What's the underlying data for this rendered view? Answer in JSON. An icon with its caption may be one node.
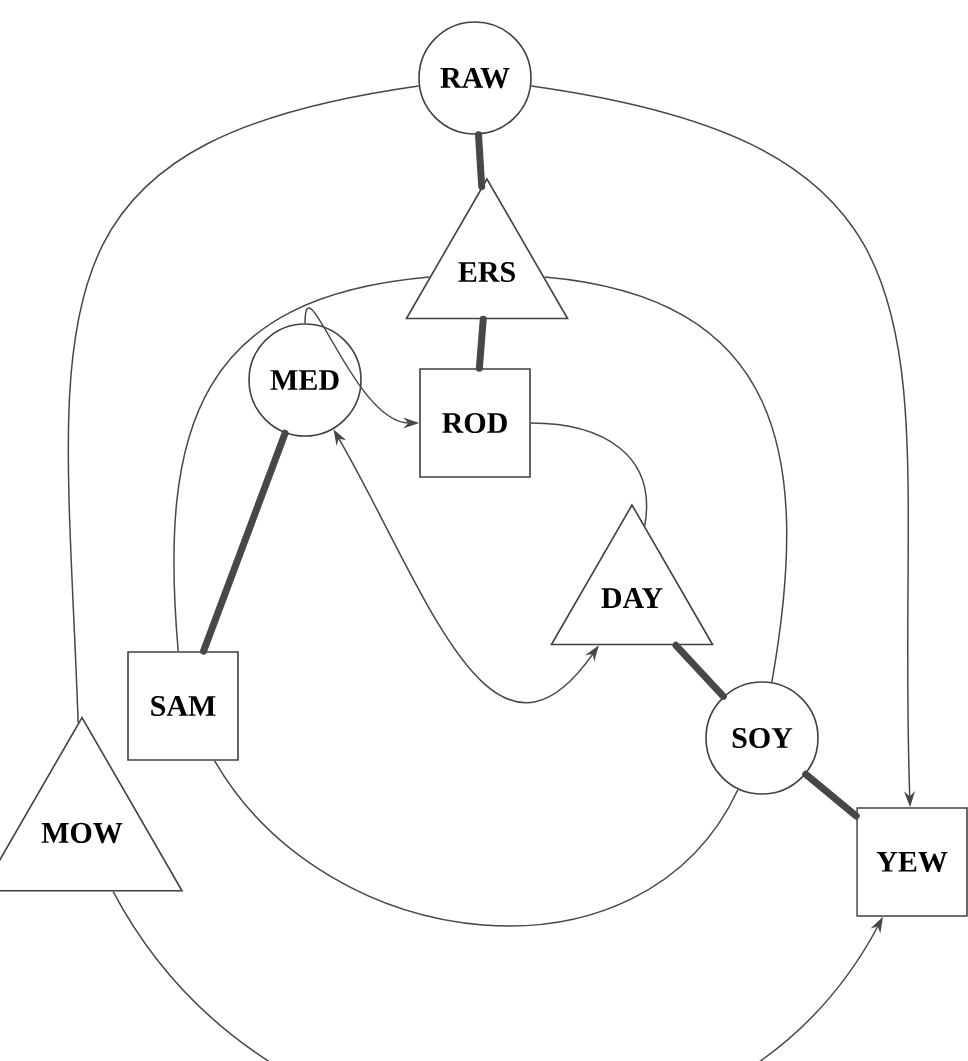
{
  "diagram": {
    "nodes": [
      {
        "text": [
          "RAW"
        ]
      },
      {
        "text": [
          "ERS"
        ]
      },
      {
        "text": [
          "ROD"
        ]
      },
      {
        "text": [
          "MED"
        ]
      },
      {
        "text": [
          "DAY"
        ]
      },
      {
        "text": [
          "SAM"
        ]
      },
      {
        "text": [
          "SOY"
        ]
      },
      {
        "text": [
          "MOW"
        ]
      },
      {
        "text": [
          "YEW"
        ]
      }
    ],
    "edges": [
      {
        "from": 0,
        "to": 1,
        "arrow": "none",
        "style": "thick"
      },
      {
        "from": 1,
        "to": 2,
        "arrow": "none",
        "style": "thick"
      },
      {
        "from": 0,
        "to": 8,
        "arrow": "to"
      },
      {
        "from": 0,
        "to": 7,
        "arrow": "none"
      },
      {
        "from": 7,
        "to": 8,
        "arrow": "to"
      },
      {
        "from": 1,
        "to": 6,
        "arrow": "none"
      },
      {
        "from": 1,
        "to": 5,
        "arrow": "none"
      },
      {
        "from": 5,
        "to": 6,
        "arrow": "none"
      },
      {
        "from": 3,
        "to": 2,
        "arrow": "to"
      },
      {
        "from": 2,
        "to": 4,
        "arrow": "none"
      },
      {
        "from": 4,
        "to": 3,
        "arrow": "both"
      },
      {
        "from": 3,
        "to": 5,
        "arrow": "none",
        "style": "thick"
      },
      {
        "from": 4,
        "to": 6,
        "arrow": "none",
        "style": "thick"
      },
      {
        "from": 6,
        "to": 8,
        "arrow": "none",
        "style": "thick"
      }
    ]
  }
}
